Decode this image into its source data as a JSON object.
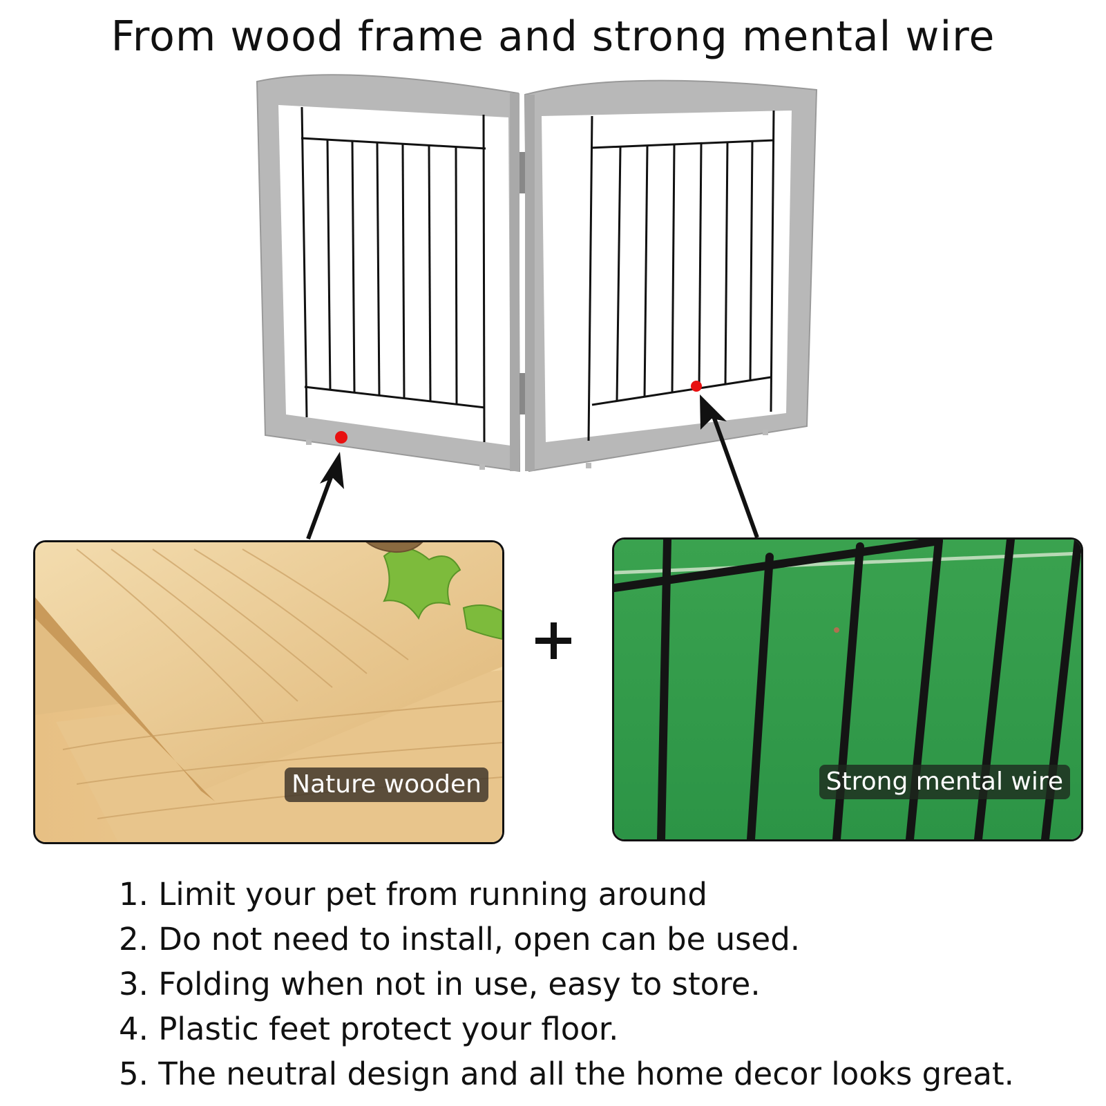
{
  "title": "From wood frame and strong mental wire",
  "panels": {
    "wood": {
      "label": "Nature wooden"
    },
    "wire": {
      "label": "Strong mental wire"
    }
  },
  "features": [
    "1. Limit your pet from running around",
    "2. Do not need to install, open can be used.",
    "3. Folding when not in use, easy to store.",
    "4. Plastic feet protect your floor.",
    "5. The neutral design and all the home decor looks great."
  ],
  "colors": {
    "frame": "#b7b7b7",
    "marker": "#e81010",
    "grass": "#2f9a48",
    "wood": "#e9c98f"
  },
  "icons": [
    "plus-icon",
    "arrow-up-icon"
  ]
}
